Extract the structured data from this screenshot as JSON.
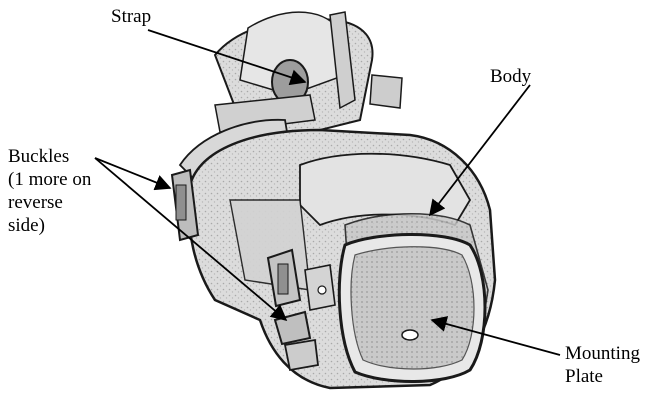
{
  "labels": {
    "strap": "Strap",
    "body": "Body",
    "buckles": [
      "Buckles",
      "(1 more on",
      "reverse",
      "side)"
    ],
    "mounting": [
      "Mounting",
      "Plate"
    ]
  },
  "colors": {
    "outline": "#1a1a1a",
    "fabric_light": "#d9d9d9",
    "fabric_mid": "#b5b5b5",
    "fabric_dark": "#8a8a8a",
    "background": "#ffffff"
  }
}
